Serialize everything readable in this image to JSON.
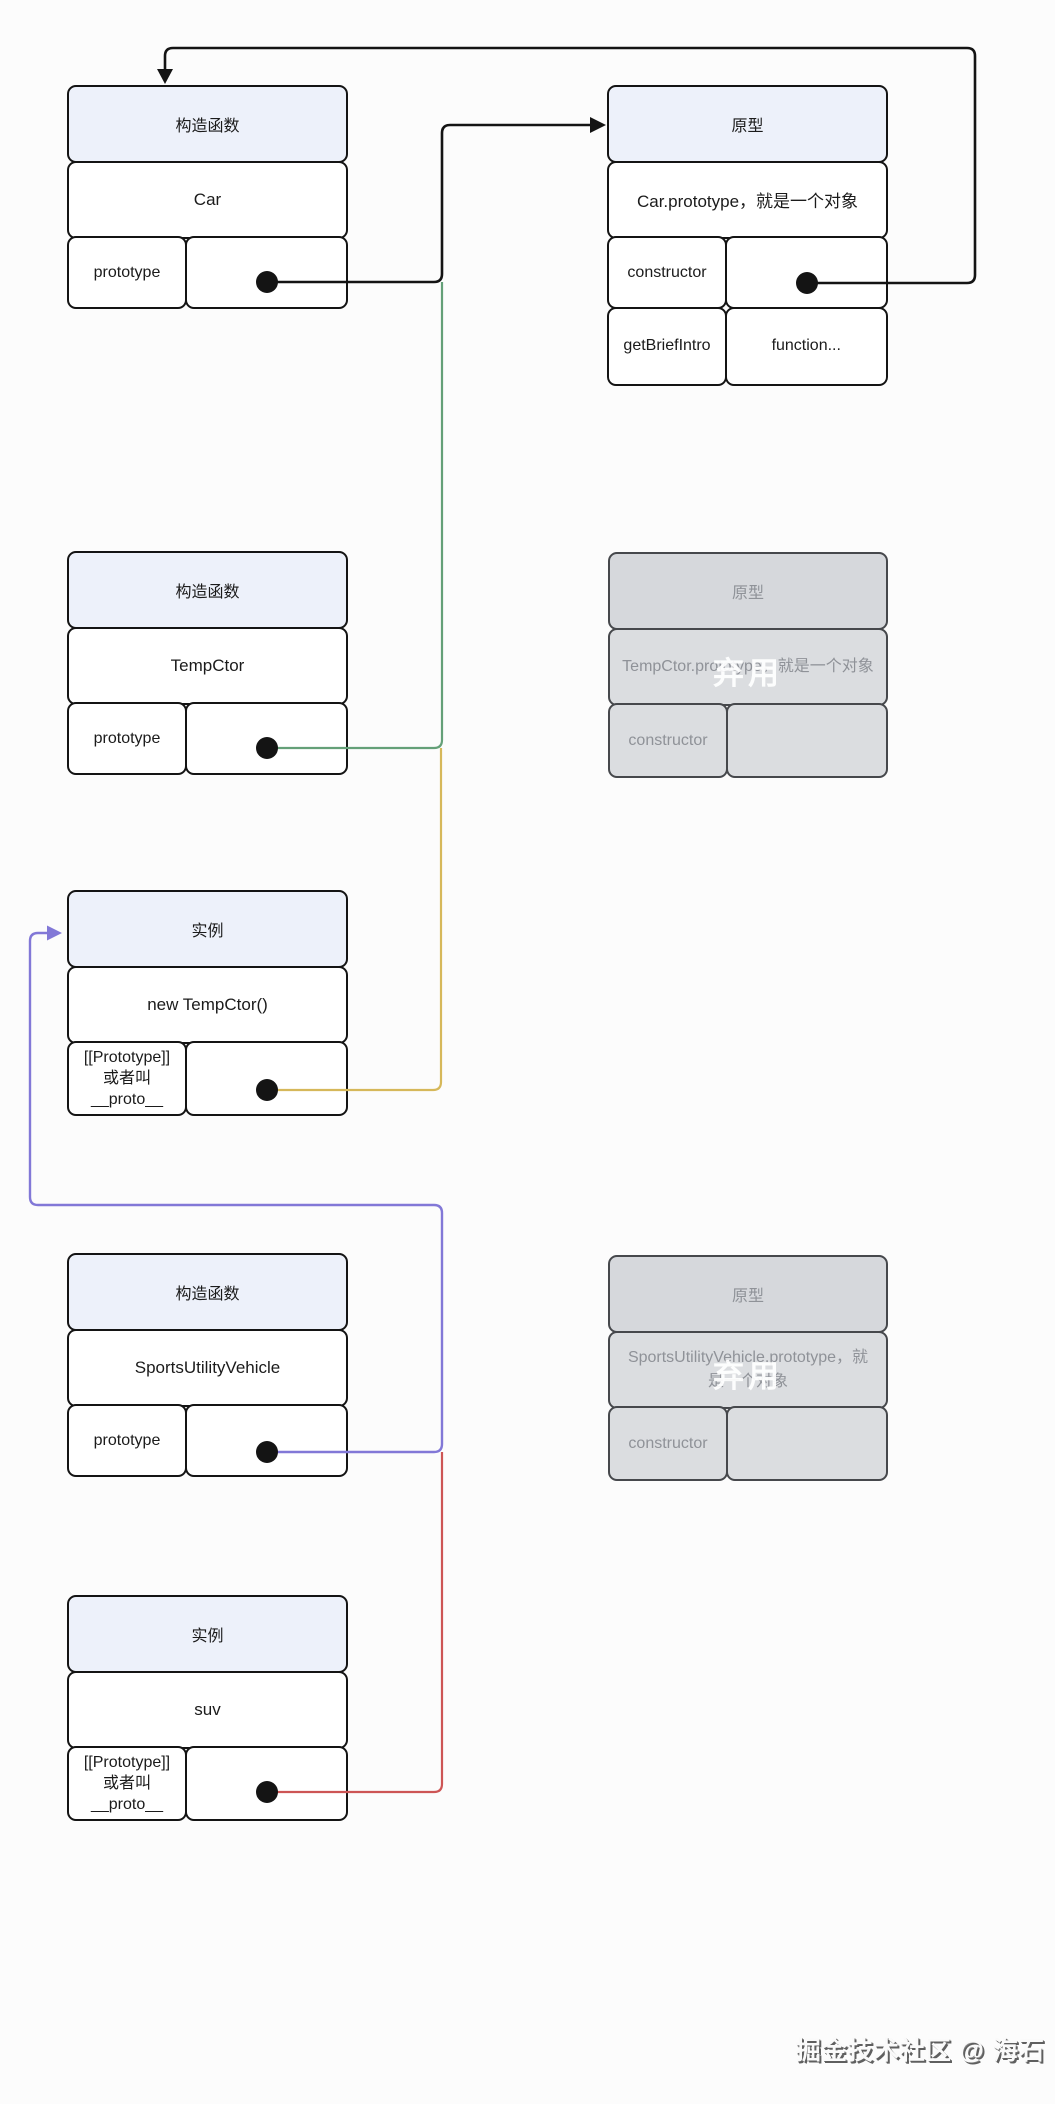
{
  "page": {
    "credit": "掘金技术社区 @ 海石"
  },
  "colors": {
    "line_black": "#141414",
    "green": "#64a078",
    "yellow": "#d6b85a",
    "purple": "#8278d7",
    "red": "#cd5555",
    "header_bg": "#edf1fa",
    "disabled_bg": "#dbdde0",
    "disabled_border": "#46484c",
    "disabled_text": "#8f9298"
  },
  "nodes": {
    "car_ctor": {
      "title": "构造函数",
      "value": "Car",
      "key": "prototype"
    },
    "car_proto": {
      "title": "原型",
      "value": "Car.prototype，就是一个对象",
      "key": "constructor",
      "method_key": "getBriefIntro",
      "method_value": "function..."
    },
    "temp_ctor": {
      "title": "构造函数",
      "value": "TempCtor",
      "key": "prototype"
    },
    "temp_proto": {
      "title": "原型",
      "value": "TempCtor.prototype，就是一个对象",
      "key": "constructor",
      "watermark": "弃用"
    },
    "temp_instance": {
      "title": "实例",
      "value": "new TempCtor()",
      "key_line1": "[[Prototype]]",
      "key_line2": "或者叫",
      "key_line3": "__proto__"
    },
    "suv_ctor": {
      "title": "构造函数",
      "value": "SportsUtilityVehicle",
      "key": "prototype"
    },
    "suv_proto": {
      "title": "原型",
      "value": "SportsUtilityVehicle.prototype，就是一个对象",
      "key": "constructor",
      "watermark": "弃用"
    },
    "suv_instance": {
      "title": "实例",
      "value": "suv",
      "key_line1": "[[Prototype]]",
      "key_line2": "或者叫",
      "key_line3": "__proto__"
    }
  },
  "edges": [
    {
      "id": "car-prototype-to-car-proto",
      "color": "#141414"
    },
    {
      "id": "car-proto-constructor-to-car-ctor",
      "color": "#141414"
    },
    {
      "id": "tempctor-prototype-joins-car-proto-link",
      "color": "#64a078"
    },
    {
      "id": "temp-instance-proto-joins-link",
      "color": "#d6b85a"
    },
    {
      "id": "suv-prototype-to-temp-instance",
      "color": "#8278d7"
    },
    {
      "id": "suv-instance-proto-joins-link",
      "color": "#cd5555"
    }
  ]
}
